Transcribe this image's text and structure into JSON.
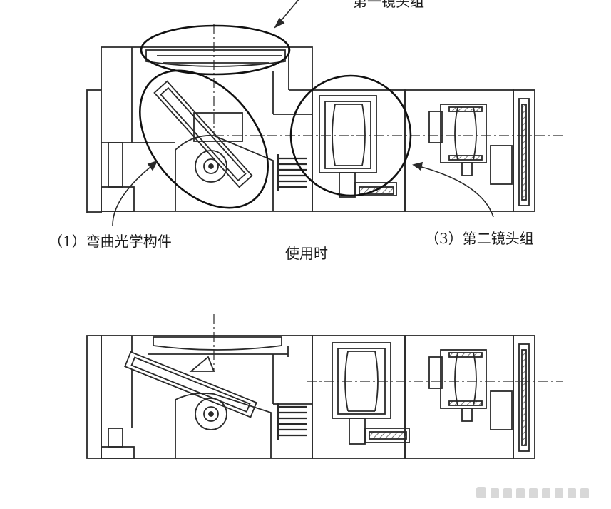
{
  "labels": {
    "bending_optics": "（1）弯曲光学构件",
    "second_lens_group": "（3）第二镜头组",
    "in_use": "使用时",
    "top_partial": "第一镜头组"
  },
  "colors": {
    "line": "#2a2a2a",
    "hatch": "#555555",
    "background": "#ffffff"
  },
  "watermark": {
    "icon": "watermark-icon"
  }
}
